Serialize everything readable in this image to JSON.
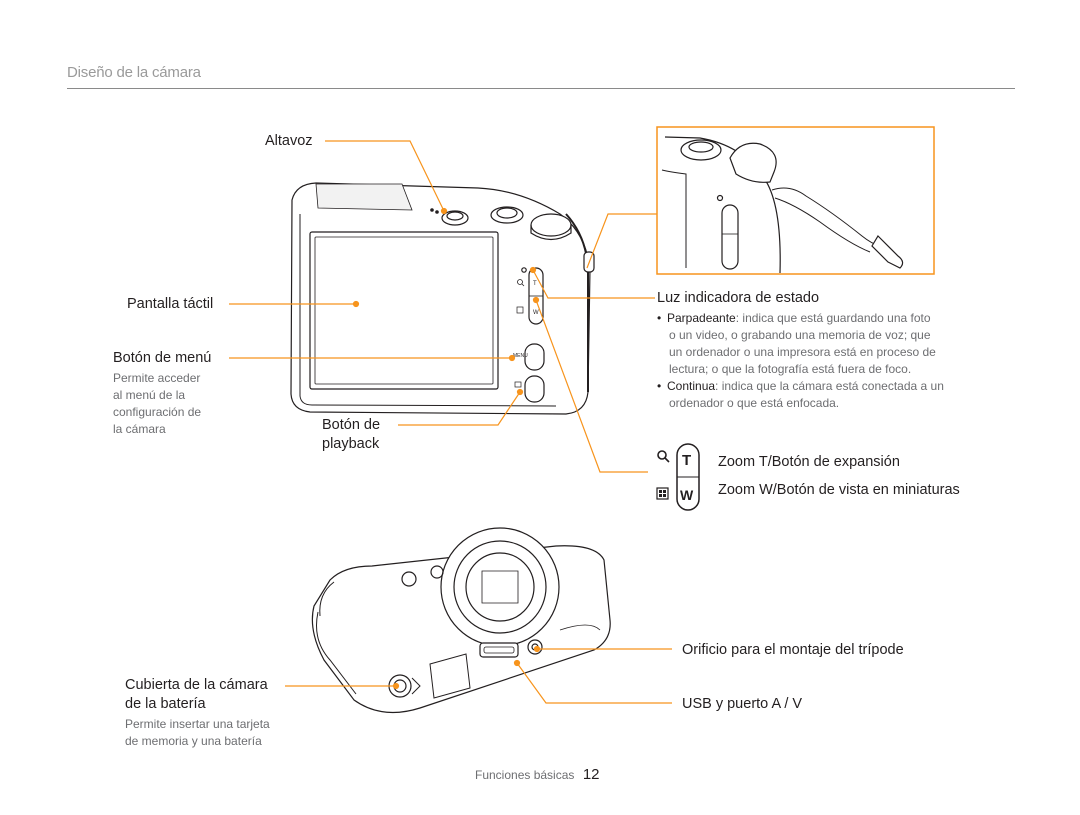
{
  "header": {
    "title": "Diseño de la cámara"
  },
  "callouts": {
    "speaker": "Altavoz",
    "touchscreen": "Pantalla táctil",
    "menu_button": "Botón de menú",
    "menu_desc": [
      "Permite acceder",
      "al menú de la",
      "configuración de",
      "la cámara"
    ],
    "playback_1": "Botón de",
    "playback_2": "playback",
    "status_light": "Luz indicadora de estado",
    "zoom_t": "Zoom T/Botón de expansión",
    "zoom_w": "Zoom W/Botón de vista en miniaturas",
    "tripod": "Orificio para el montaje del trípode",
    "usb": "USB y puerto A / V",
    "battery_1": "Cubierta de la cámara",
    "battery_2": "de la batería",
    "battery_desc": [
      "Permite insertar una tarjeta",
      "de memoria y una batería"
    ]
  },
  "status_bullets": [
    {
      "term": "Parpadeante",
      "lines": [
        ": indica que está guardando una foto",
        "o un video, o grabando una memoria de voz; que",
        "un ordenador o una impresora está en proceso de",
        "lectura; o que la fotografía está fuera de foco."
      ]
    },
    {
      "term": "Continua",
      "lines": [
        ": indica que la cámara está conectada a un",
        "ordenador o que está enfocada."
      ]
    }
  ],
  "zoom_keys": {
    "t": "T",
    "w": "W"
  },
  "camera_labels": {
    "menu": "MENU",
    "t": "T",
    "w": "W"
  },
  "footer": {
    "section": "Funciones básicas",
    "page": "12"
  },
  "colors": {
    "callout": "#f7941d",
    "line": "#231f20",
    "muted": "#6d6e71"
  }
}
